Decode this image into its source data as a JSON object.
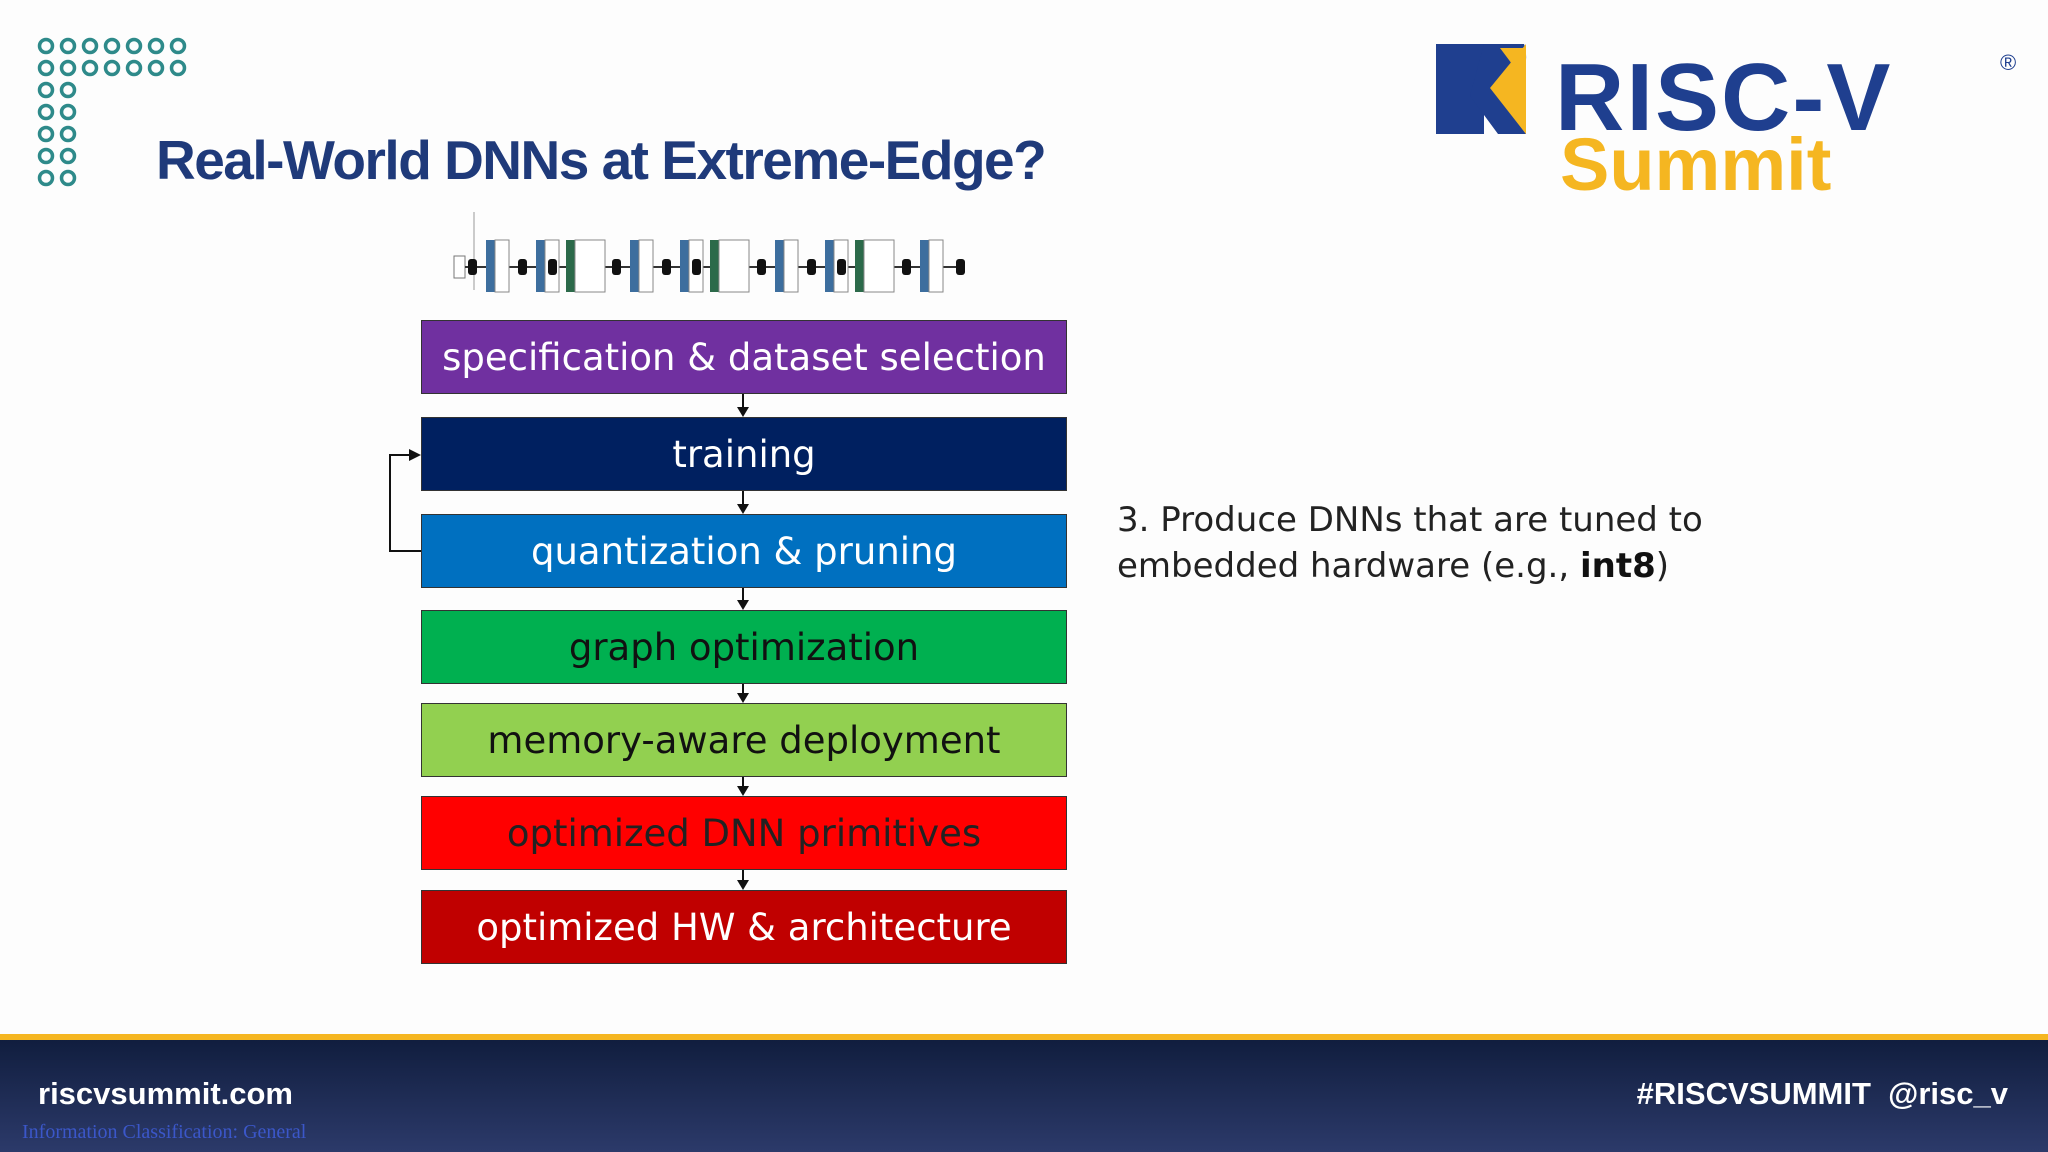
{
  "slide": {
    "title": "Real-World DNNs at Extreme-Edge?",
    "note_text": "3. Produce DNNs that are tuned to embedded hardware (e.g., ",
    "note_bold": "int8",
    "note_end": ")"
  },
  "logo": {
    "text_top": "RISC-V",
    "text_bottom": "Summit",
    "registered": "®"
  },
  "pipeline": [
    {
      "label": "specification & dataset selection",
      "bg": "#7030a0",
      "fg": "#ffffff"
    },
    {
      "label": "training",
      "bg": "#002060",
      "fg": "#ffffff"
    },
    {
      "label": "quantization & pruning",
      "bg": "#0070c0",
      "fg": "#ffffff"
    },
    {
      "label": "graph optimization",
      "bg": "#00b050",
      "fg": "#111111"
    },
    {
      "label": "memory-aware deployment",
      "bg": "#92d050",
      "fg": "#111111"
    },
    {
      "label": "optimized DNN primitives",
      "bg": "#ff0000",
      "fg": "#222222"
    },
    {
      "label": "optimized HW & architecture",
      "bg": "#c00000",
      "fg": "#ffffff"
    }
  ],
  "footer": {
    "site": "riscvsummit.com",
    "hashtags": "#RISCVSUMMIT  @risc_v",
    "classification": "Information Classification: General"
  },
  "colors": {
    "title": "#1f3a7a",
    "logo_blue": "#1f3f8f",
    "logo_gold": "#f5b621",
    "dots": "#2e8a8a"
  },
  "icons": [
    "dot-grid-decoration",
    "risc-v-logo-icon",
    "network-architecture-thumbnail"
  ]
}
